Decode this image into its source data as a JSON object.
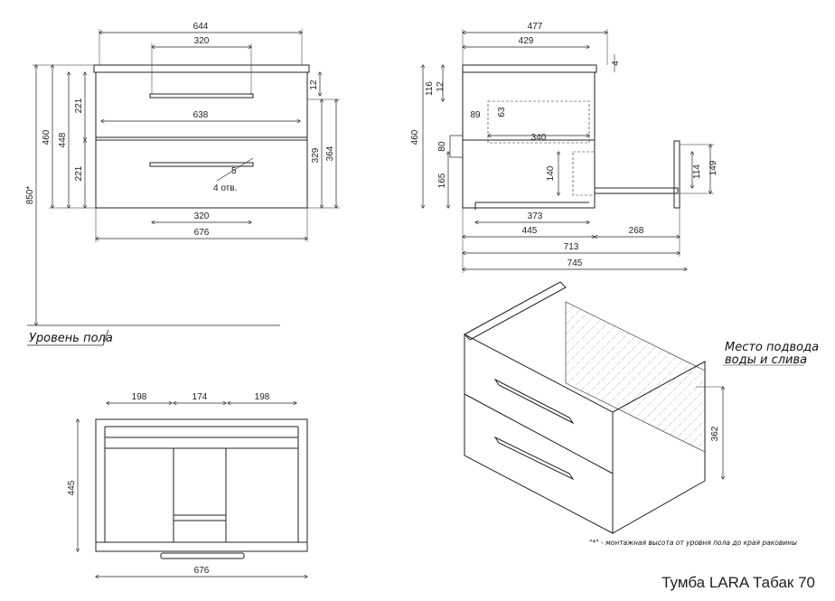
{
  "title": "Тумба LARA Табак 70",
  "front_view": {
    "dims": {
      "top_width": "644",
      "handle_top": "320",
      "side_gap": "12",
      "drawer_h1": "221",
      "drawer_h2": "221",
      "inner_width": "638",
      "h_460": "460",
      "h_448": "448",
      "h_850": "850*",
      "h_329": "329",
      "h_364": "364",
      "handle_bottom": "320",
      "bottom_width": "676"
    },
    "note_holes": "4 отв.",
    "hole_dia": "5",
    "floor_label": "Уровень пола"
  },
  "side_view": {
    "dims": {
      "top_477": "477",
      "top_429": "429",
      "d_4": "4",
      "d_116": "116",
      "d_12": "12",
      "d_63": "63",
      "d_89": "89",
      "d_340": "340",
      "d_80": "80",
      "d_460": "460",
      "d_140": "140",
      "d_165": "165",
      "d_373": "373",
      "d_114": "114",
      "d_149": "149",
      "d_445": "445",
      "d_268": "268",
      "d_713": "713",
      "d_745": "745"
    }
  },
  "top_view": {
    "dims": {
      "w_198a": "198",
      "w_174": "174",
      "w_198b": "198",
      "depth_445": "445",
      "width_676": "676"
    }
  },
  "iso_view": {
    "label_line1": "Место подвода",
    "label_line2": "воды и слива",
    "dim_362": "362"
  },
  "footnote": "\"*\" - монтажная высота от уровня пола до края раковины"
}
